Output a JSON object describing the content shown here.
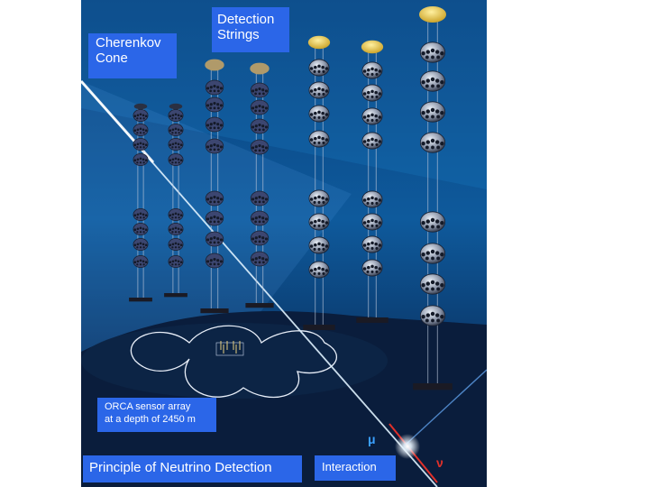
{
  "labels": {
    "cherenkov_line1": "Cherenkov",
    "cherenkov_line2": "Cone",
    "detection_line1": "Detection",
    "detection_line2": "Strings",
    "orca_line1": "ORCA sensor array",
    "orca_line2": "at a depth of 2450 m",
    "principle": "Principle of Neutrino Detection",
    "interaction": "Interaction"
  },
  "particles": {
    "muon": "μ",
    "neutrino": "ν"
  },
  "colors": {
    "label_bg": "#2b66e8",
    "water_top": "#0c4a86",
    "water_bottom": "#0d2a55",
    "float_buoy": "#d8b54a",
    "beam_red": "#e0302a"
  },
  "icons": [
    "optical-module-icon",
    "buoy-icon",
    "anchor-base-icon",
    "light-flash-icon"
  ]
}
